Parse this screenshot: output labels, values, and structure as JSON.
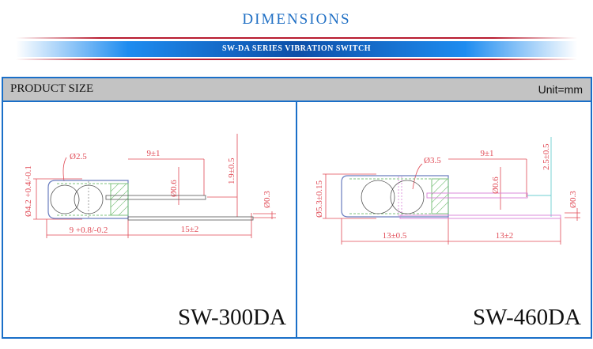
{
  "header": {
    "title": "DIMENSIONS",
    "subtitle": "SW-DA SERIES VIBRATION  SWITCH"
  },
  "table": {
    "section_label": "PRODUCT SIZE",
    "unit_label": "Unit=mm"
  },
  "products": [
    {
      "model": "SW-300DA",
      "dimensions": {
        "ball_diameter": "Ø2.5",
        "body_diameter": "Ø4.2 +0.4/-0.1",
        "body_length": "9 +0.8/-0.2",
        "inner_pin_length": "9±1",
        "inner_pin_diameter": "Ø0.6",
        "lead_offset": "1.9±0.5",
        "outer_lead_diameter": "Ø0.3",
        "outer_lead_length": "15±2"
      }
    },
    {
      "model": "SW-460DA",
      "dimensions": {
        "ball_diameter": "Ø3.5",
        "body_diameter": "Ø5.3±0.15",
        "body_length": "13±0.5",
        "inner_pin_length": "9±1",
        "inner_pin_diameter": "Ø0.6",
        "lead_offset": "2.5±0.5",
        "outer_lead_diameter": "Ø0.3",
        "outer_lead_length": "13±2"
      }
    }
  ],
  "colors": {
    "title": "#1f6fc4",
    "banner": "#0d4fa8",
    "rule": "#b81c30",
    "border": "#1a6fc8",
    "header_bg": "#c3c3c3",
    "dimension_lines": "#e04a55"
  }
}
